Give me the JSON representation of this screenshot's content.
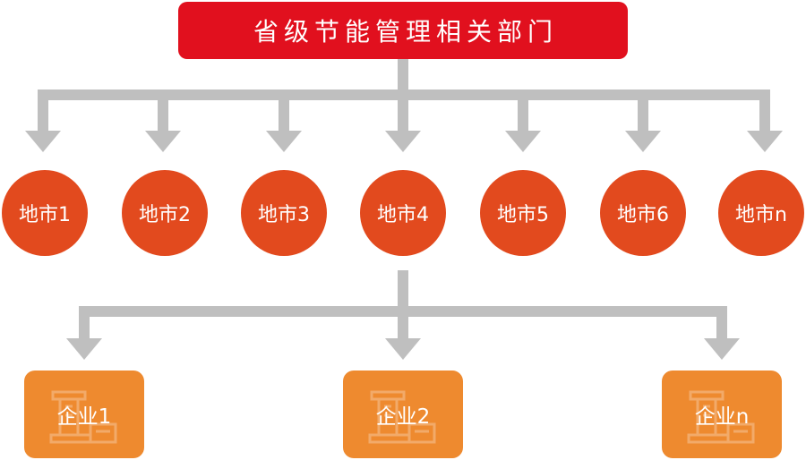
{
  "root": {
    "label": "省级节能管理相关部门"
  },
  "cities": [
    {
      "label": "地市1"
    },
    {
      "label": "地市2"
    },
    {
      "label": "地市3"
    },
    {
      "label": "地市4"
    },
    {
      "label": "地市5"
    },
    {
      "label": "地市6"
    },
    {
      "label": "地市n"
    }
  ],
  "enterprises": [
    {
      "label": "企业1"
    },
    {
      "label": "企业2"
    },
    {
      "label": "企业n"
    }
  ],
  "colors": {
    "root_fill": "#e1101e",
    "city_fill": "#e24a1e",
    "enterprise_fill": "#ee8a2f",
    "connector": "#bfbfbf"
  },
  "icons": {
    "enterprise_watermark": "factory-icon"
  }
}
